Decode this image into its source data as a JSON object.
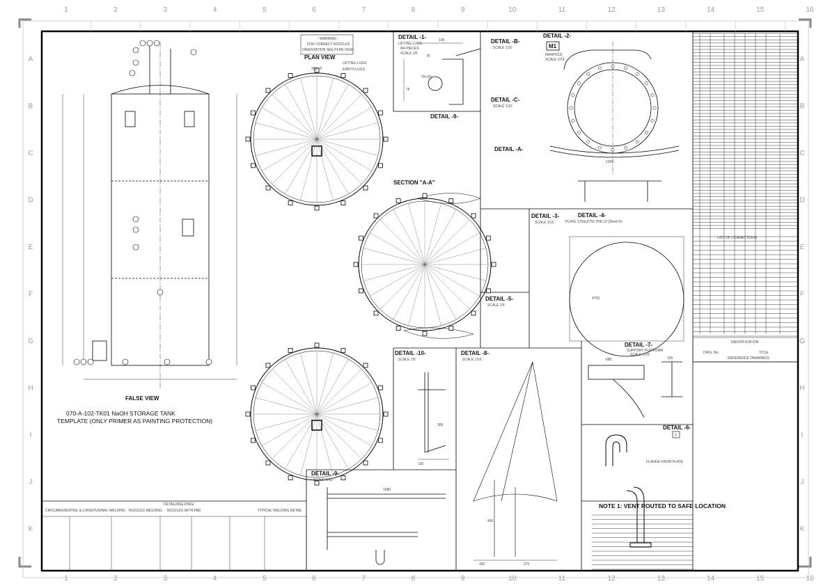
{
  "drawing": {
    "title_line1": "070-A-102-TK01 NaOH STORAGE TANK",
    "title_line2": "TEMPLATE (ONLY PRIMER AS PAINTING PROTECTION)",
    "columns": [
      "1",
      "2",
      "3",
      "4",
      "5",
      "6",
      "7",
      "8",
      "9",
      "10",
      "11",
      "12",
      "13",
      "14",
      "15",
      "16"
    ],
    "rows": [
      "A",
      "B",
      "C",
      "D",
      "E",
      "F",
      "G",
      "H",
      "I",
      "J",
      "K"
    ]
  },
  "views": {
    "false_view": "FALSE VIEW",
    "plan_view": "PLAN VIEW",
    "section_aa": "SECTION \"A-A\"",
    "warning": [
      "- WARNING -",
      "FOR CORRECT NOZZLES",
      "ORIENTATION SEE PLAN VIEW"
    ],
    "plan_notes": [
      "LIFTING LUGS",
      "EARTH LUGS"
    ],
    "orientation_top": "360° 0°"
  },
  "details": {
    "d1": {
      "title": "DETAIL -1-",
      "sub": [
        "LIFTING LUGS",
        "M4 PIECES",
        "SCALE 1/5"
      ]
    },
    "dB": {
      "title": "DETAIL -B-",
      "sub": [
        "SCALE 1/10"
      ]
    },
    "d2": {
      "title": "DETAIL -2-",
      "tag": "M1",
      "sub": [
        "MANHOLE",
        "SCALE 1/10"
      ]
    },
    "dC": {
      "title": "DETAIL -C-",
      "sub": [
        "SCALE 1/10"
      ]
    },
    "d9s": {
      "title": "DETAIL -9-"
    },
    "dA": {
      "title": "DETAIL -A-"
    },
    "d3": {
      "title": "DETAIL -3-",
      "sub": [
        "SCALE 1/10"
      ]
    },
    "d4": {
      "title": "DETAIL -4-",
      "sub": [
        "PLATE 2750x2750 THK.10 (Shell IV)"
      ]
    },
    "d5": {
      "title": "DETAIL -5-",
      "sub": [
        "SCALE 1/5"
      ]
    },
    "d10": {
      "title": "DETAIL -10-",
      "sub": [
        "SCALE 1/5"
      ]
    },
    "d8": {
      "title": "DETAIL -8-",
      "sub": [
        "SCALE 1/10"
      ]
    },
    "d7": {
      "title": "DETAIL -7-",
      "sub": [
        "SUPPORT PLATFORM",
        "SCALE 1/10"
      ]
    },
    "d6": {
      "title": "DETAIL -6-",
      "tag": "V",
      "sub": [
        "FLANGE FROM PLATE"
      ]
    },
    "d9": {
      "title": "DETAIL -9-",
      "sub": [
        "SCALE 1/10"
      ]
    },
    "welding": {
      "title": "DETAIL(WELDING)",
      "cols": [
        "CIRCUMFERENTIAL & LONGITUDINAL WELDING",
        "NOZZLES WELDING",
        "NOZZLES WITH PAD",
        "TYPICAL WELDING DETAIL"
      ]
    }
  },
  "dims": {
    "d1_190": "190",
    "d1_75": "75",
    "d1_76": "76",
    "d1_tk": "TK=20",
    "d4_4720": "4720",
    "d10_300": "300",
    "d10_100": "100",
    "d8_400": "400",
    "d8_300": "300",
    "d8_275": "275",
    "d9_1080": "1080",
    "d7_680": "680",
    "d7_100": "100",
    "d2_1255": "1255"
  },
  "note": {
    "title": "NOTE 1: VENT ROUTED TO SAFE LOCATION"
  },
  "title_block": {
    "identification": "IDENTIFICATION",
    "dwg_no": "DWG. No.",
    "title": "TITLE",
    "reference": "REFERENCE DRAWINGS",
    "list_of_connections": "LIST OF CONNECTIONS"
  }
}
